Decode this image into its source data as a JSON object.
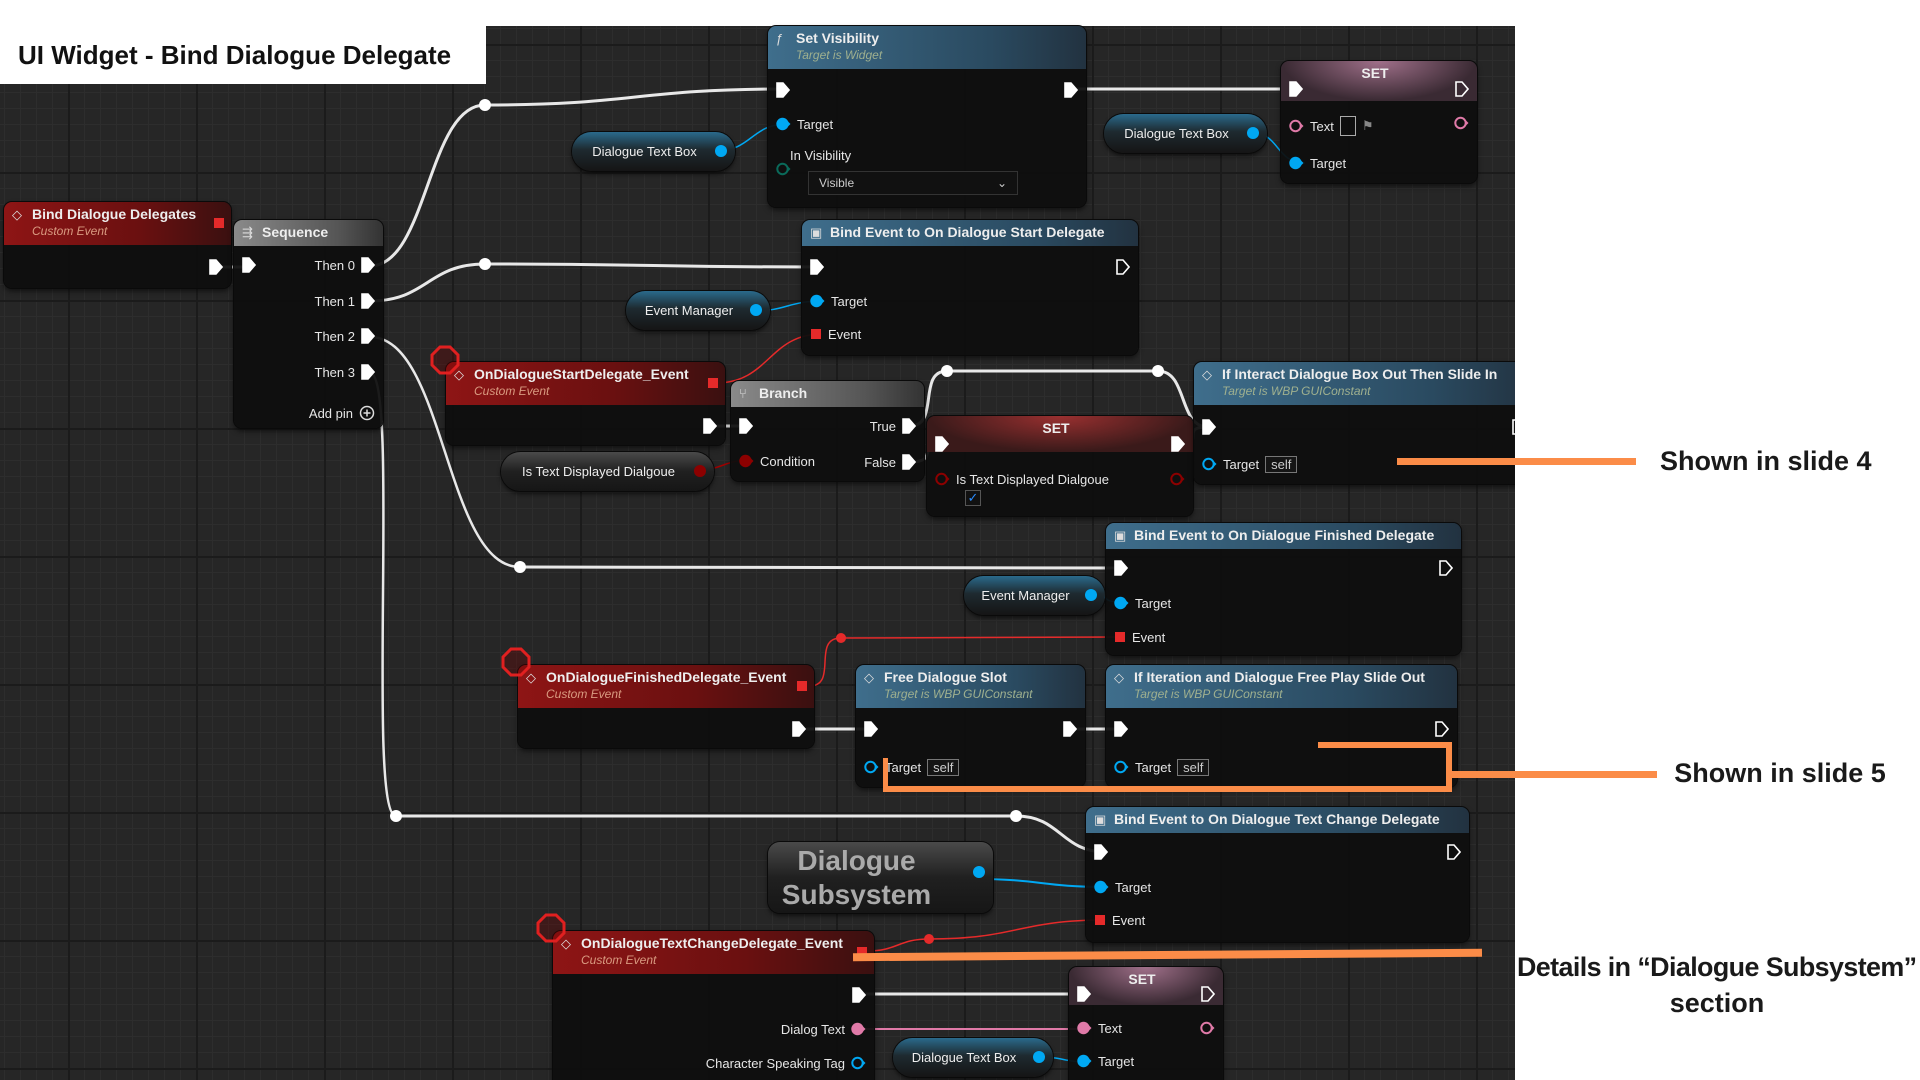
{
  "title": "UI Widget - Bind Dialogue Delegate",
  "colors": {
    "exec": "#ffffff",
    "object": "#00a8f3",
    "delegate": "#e52a2a",
    "bool": "#8c0000",
    "text": "#e07aa8",
    "annotation": "#fb8c48",
    "event_header": "#8e1515",
    "function_header": "#3f6e8c"
  },
  "nodes": {
    "set_visibility": {
      "title": "Set Visibility",
      "subtitle": "Target is Widget",
      "icon": "function-icon",
      "pins": [
        {
          "label": "",
          "type": "exec"
        },
        {
          "label": "",
          "type": "exec"
        },
        {
          "label": "Target",
          "type": "object"
        },
        {
          "label": "In Visibility",
          "type": "enum",
          "value": "Visible"
        }
      ]
    },
    "set_text_top": {
      "title": "SET",
      "pins": [
        {
          "label": "",
          "type": "exec"
        },
        {
          "label": "",
          "type": "exec"
        },
        {
          "label": "Text",
          "type": "text"
        },
        {
          "label": "",
          "type": "text"
        },
        {
          "label": "Target",
          "type": "object"
        }
      ]
    },
    "bind_dialogue_delegates": {
      "title": "Bind Dialogue Delegates",
      "subtitle": "Custom Event",
      "icon": "event-icon",
      "pins": [
        {
          "label": "",
          "type": "exec"
        },
        {
          "label": "",
          "type": "delegate"
        }
      ]
    },
    "sequence": {
      "title": "Sequence",
      "icon": "sequence-icon",
      "pins": [
        {
          "label": "",
          "type": "exec"
        },
        {
          "label": "Then 0",
          "type": "exec"
        },
        {
          "label": "Then 1",
          "type": "exec"
        },
        {
          "label": "Then 2",
          "type": "exec"
        },
        {
          "label": "Then 3",
          "type": "exec"
        },
        {
          "label": "Add pin",
          "type": "add"
        }
      ]
    },
    "bind_start": {
      "title": "Bind Event to On Dialogue Start Delegate",
      "icon": "bind-icon",
      "pins": [
        {
          "label": "",
          "type": "exec"
        },
        {
          "label": "",
          "type": "exec"
        },
        {
          "label": "Target",
          "type": "object"
        },
        {
          "label": "Event",
          "type": "delegate"
        }
      ]
    },
    "on_start_event": {
      "title": "OnDialogueStartDelegate_Event",
      "subtitle": "Custom Event",
      "icon": "event-icon",
      "pins": [
        {
          "label": "",
          "type": "exec"
        },
        {
          "label": "",
          "type": "delegate"
        }
      ]
    },
    "branch": {
      "title": "Branch",
      "icon": "branch-icon",
      "pins": [
        {
          "label": "",
          "type": "exec"
        },
        {
          "label": "True",
          "type": "exec"
        },
        {
          "label": "Condition",
          "type": "bool"
        },
        {
          "label": "False",
          "type": "exec"
        }
      ]
    },
    "set_bool": {
      "title": "SET",
      "pins": [
        {
          "label": "",
          "type": "exec"
        },
        {
          "label": "",
          "type": "exec"
        },
        {
          "label": "Is Text Displayed Dialgoue",
          "type": "bool",
          "checked": true
        },
        {
          "label": "",
          "type": "bool"
        }
      ]
    },
    "if_interact": {
      "title": "If Interact Dialogue Box Out Then Slide In",
      "subtitle": "Target is WBP GUIConstant",
      "icon": "event-icon",
      "pins": [
        {
          "label": "",
          "type": "exec"
        },
        {
          "label": "",
          "type": "exec"
        },
        {
          "label": "Target",
          "type": "object",
          "value": "self"
        }
      ]
    },
    "bind_finished": {
      "title": "Bind Event to On Dialogue Finished Delegate",
      "icon": "bind-icon",
      "pins": [
        {
          "label": "",
          "type": "exec"
        },
        {
          "label": "",
          "type": "exec"
        },
        {
          "label": "Target",
          "type": "object"
        },
        {
          "label": "Event",
          "type": "delegate"
        }
      ]
    },
    "on_finished_event": {
      "title": "OnDialogueFinishedDelegate_Event",
      "subtitle": "Custom Event",
      "icon": "event-icon",
      "pins": [
        {
          "label": "",
          "type": "exec"
        },
        {
          "label": "",
          "type": "delegate"
        }
      ]
    },
    "free_slot": {
      "title": "Free Dialogue Slot",
      "subtitle": "Target is WBP GUIConstant",
      "icon": "event-icon",
      "pins": [
        {
          "label": "",
          "type": "exec"
        },
        {
          "label": "",
          "type": "exec"
        },
        {
          "label": "Target",
          "type": "object",
          "value": "self"
        }
      ]
    },
    "if_iteration": {
      "title": "If Iteration and Dialogue Free Play Slide Out",
      "subtitle": "Target is WBP GUIConstant",
      "icon": "event-icon",
      "pins": [
        {
          "label": "",
          "type": "exec"
        },
        {
          "label": "",
          "type": "exec"
        },
        {
          "label": "Target",
          "type": "object",
          "value": "self"
        }
      ]
    },
    "bind_text_change": {
      "title": "Bind Event to On Dialogue Text Change Delegate",
      "icon": "bind-icon",
      "pins": [
        {
          "label": "",
          "type": "exec"
        },
        {
          "label": "",
          "type": "exec"
        },
        {
          "label": "Target",
          "type": "object"
        },
        {
          "label": "Event",
          "type": "delegate"
        }
      ]
    },
    "on_text_change_event": {
      "title": "OnDialogueTextChangeDelegate_Event",
      "subtitle": "Custom Event",
      "icon": "event-icon",
      "pins": [
        {
          "label": "",
          "type": "delegate"
        },
        {
          "label": "",
          "type": "exec"
        },
        {
          "label": "Dialog Text",
          "type": "text"
        },
        {
          "label": "Character Speaking Tag",
          "type": "struct"
        }
      ]
    },
    "set_text_bottom": {
      "title": "SET",
      "pins": [
        {
          "label": "",
          "type": "exec"
        },
        {
          "label": "",
          "type": "exec"
        },
        {
          "label": "Text",
          "type": "text"
        },
        {
          "label": "",
          "type": "text"
        },
        {
          "label": "Target",
          "type": "object"
        }
      ]
    }
  },
  "variables": {
    "dtb1": {
      "label": "Dialogue Text Box",
      "type": "object"
    },
    "dtb2": {
      "label": "Dialogue Text Box",
      "type": "object"
    },
    "em1": {
      "label": "Event Manager",
      "type": "object"
    },
    "is_text": {
      "label": "Is Text Displayed Dialgoue",
      "type": "bool"
    },
    "em2": {
      "label": "Event Manager",
      "type": "object"
    },
    "subsystem": {
      "label": "Dialogue Subsystem",
      "type": "object"
    },
    "dtb3": {
      "label": "Dialogue Text Box",
      "type": "object"
    }
  },
  "annotations": {
    "slide4": "Shown in slide 4",
    "slide5": "Shown in slide 5",
    "subsystem_line1": "Details in “Dialogue Subsystem”",
    "subsystem_line2": "section"
  }
}
